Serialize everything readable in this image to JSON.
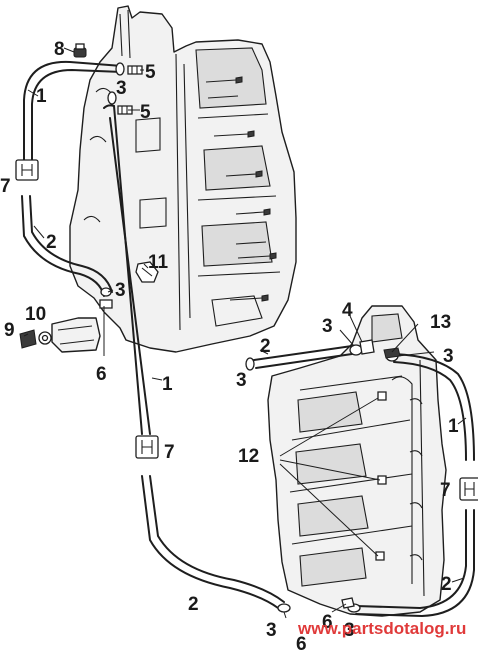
{
  "callouts": {
    "c1_upper": "1",
    "c1_center": "1",
    "c1_right": "1",
    "c2_left": "2",
    "c2_bottom": "2",
    "c2_manifold": "2",
    "c2_right": "2",
    "c3_top": "3",
    "c3_left": "3",
    "c3_manifold_left": "3",
    "c3_manifold_top": "3",
    "c3_manifold_right": "3",
    "c3_bottom_left": "3",
    "c3_bottom_right": "3",
    "c4": "4",
    "c5_top": "5",
    "c5_middle": "5",
    "c6_left": "6",
    "c6_bottom_left": "6",
    "c6_bottom_right": "6",
    "c7_left": "7",
    "c7_center": "7",
    "c7_right": "7",
    "c8": "8",
    "c9": "9",
    "c10": "10",
    "c11": "11",
    "c12": "12",
    "c13": "13"
  },
  "watermark": "www.partsdotalog.ru",
  "colors": {
    "ink": "#1e1e1e",
    "watermark": "#e03a3a"
  }
}
